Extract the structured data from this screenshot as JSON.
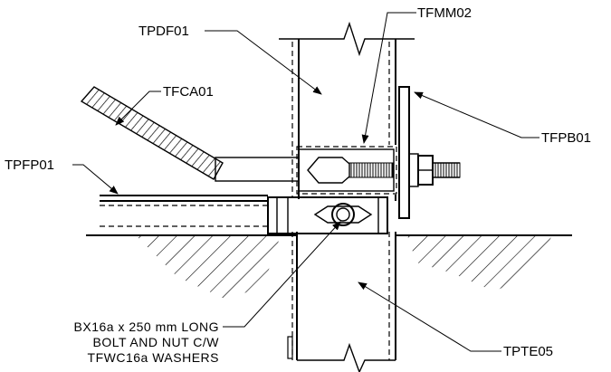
{
  "labels": {
    "tpdf": "TPDF01",
    "tfmm": "TFMM02",
    "tfca": "TFCA01",
    "tfpb": "TFPB01",
    "tpfp": "TPFP01",
    "tpte": "TPTE05"
  },
  "bolt_note": {
    "line1": "BX16a x 250 mm  LONG",
    "line2": "BOLT  AND  NUT  C/W",
    "line3": "TFWC16a  WASHERS"
  }
}
